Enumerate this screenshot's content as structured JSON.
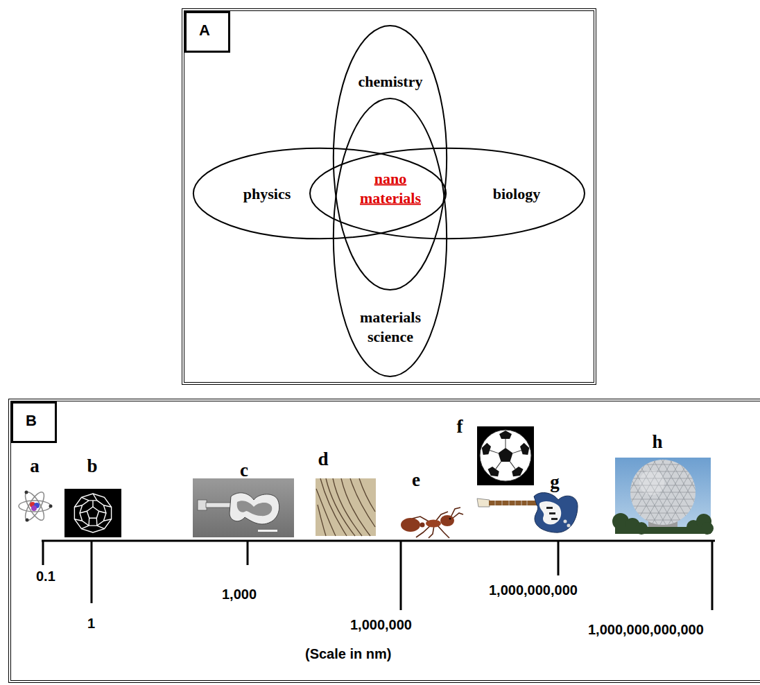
{
  "diagram": {
    "nodes": [
      {
        "text": [
          "A"
        ]
      },
      {
        "text": [
          "chemistry"
        ],
        "in": 0
      },
      {
        "text": [
          "physics"
        ],
        "in": 0
      },
      {
        "text": [
          "biology"
        ],
        "in": 0
      },
      {
        "text": [
          "materials science"
        ],
        "in": 0
      },
      {
        "text": [
          "B"
        ]
      }
    ],
    "labels": [
      "nano materials",
      "a",
      "b",
      "c",
      "d",
      "e",
      "f",
      "g",
      "h",
      "0.1",
      "1",
      "1,000",
      "1,000,000",
      "1,000,000,000",
      "1,000,000,000,000",
      "(Scale in nm)"
    ]
  }
}
